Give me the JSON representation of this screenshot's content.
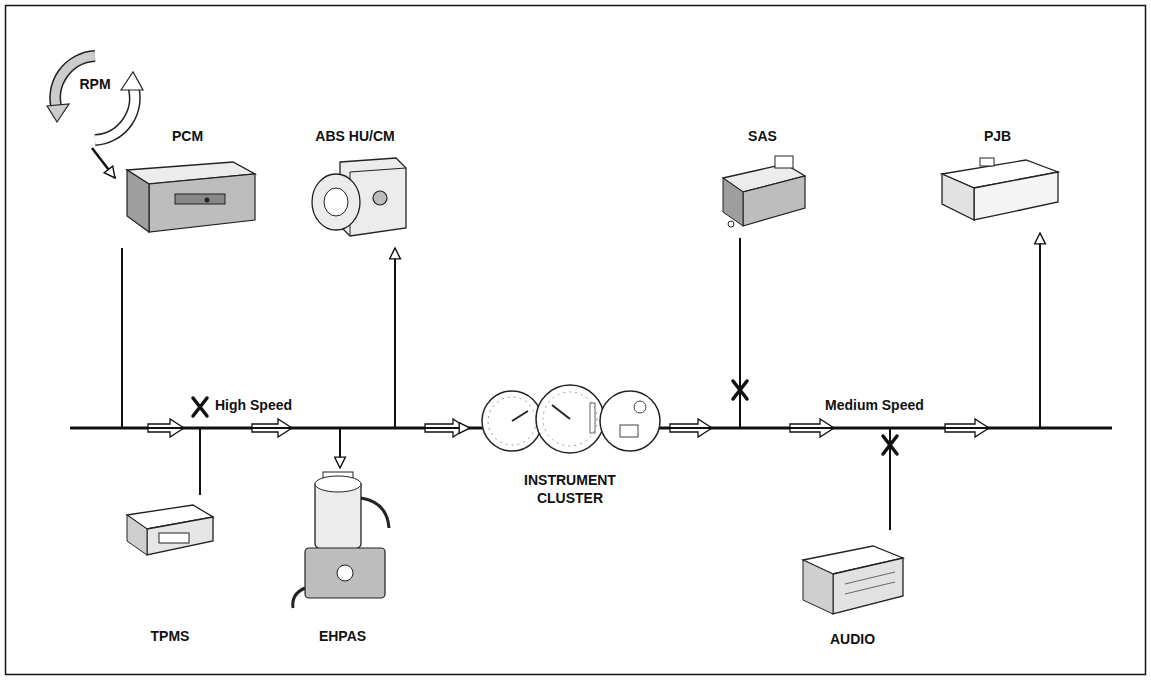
{
  "diagram": {
    "nodes": [
      {
        "text": [
          "RPM"
        ]
      },
      {
        "text": [
          "PCM"
        ]
      },
      {
        "text": [
          "ABS HU/CM"
        ]
      },
      {
        "text": [
          "SAS"
        ]
      },
      {
        "text": [
          "PJB"
        ]
      },
      {
        "text": [
          "INSTRUMENT CLUSTER"
        ]
      },
      {
        "text": [
          "TPMS"
        ]
      },
      {
        "text": [
          "EHPAS"
        ]
      },
      {
        "text": [
          "AUDIO"
        ]
      }
    ],
    "edges": [
      {
        "from": 0,
        "to": 1,
        "arrow": "to"
      },
      {
        "from": 1,
        "to": 6,
        "arrow": "none"
      },
      {
        "from": 1,
        "to": 7,
        "arrow": "to"
      },
      {
        "from": 1,
        "to": 2,
        "arrow": "to"
      },
      {
        "from": 1,
        "to": 5,
        "arrow": "to"
      },
      {
        "from": 5,
        "to": 3,
        "arrow": "none"
      },
      {
        "from": 5,
        "to": 8,
        "arrow": "none"
      },
      {
        "from": 5,
        "to": 4,
        "arrow": "to"
      }
    ],
    "labels": [
      "High Speed",
      "Medium Speed"
    ]
  }
}
